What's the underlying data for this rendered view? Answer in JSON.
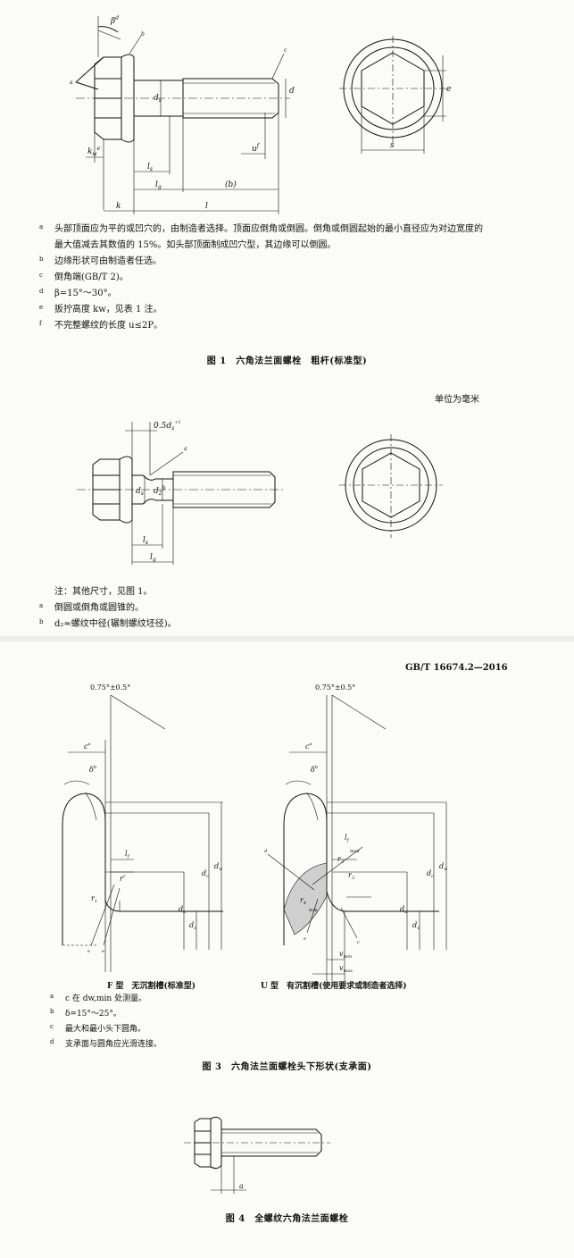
{
  "page1": {
    "figure1": {
      "labels": {
        "beta": "β",
        "beta_sup": "d",
        "b_mark": "b",
        "c_mark": "c",
        "a_mark": "a",
        "ds": "d",
        "ds_sub": "s",
        "d": "d",
        "kw": "k",
        "kw_sub": "w",
        "kw_sup": "e",
        "ls": "l",
        "ls_sub": "s",
        "lg": "l",
        "lg_sub": "g",
        "b_paren": "(b)",
        "l": "l",
        "k": "k",
        "u": "u",
        "u_sup": "f",
        "e": "e",
        "s": "s"
      },
      "notes": [
        {
          "marker": "a",
          "lines": [
            "头部顶面应为平的或凹穴的，由制造者选择。顶面应倒角或倒圆。倒角或倒圆起始的最小直径应为对边宽度的",
            "最大值减去其数值的 15%。如头部顶面制成凹穴型，其边缘可以倒圆。"
          ]
        },
        {
          "marker": "b",
          "lines": [
            "边缘形状可由制造者任选。"
          ]
        },
        {
          "marker": "c",
          "lines": [
            "倒角端(GB/T 2)。"
          ]
        },
        {
          "marker": "d",
          "lines": [
            "β=15°～30°。"
          ]
        },
        {
          "marker": "e",
          "lines": [
            "扳拧高度 kw，见表 1 注。"
          ]
        },
        {
          "marker": "f",
          "lines": [
            "不完整螺纹的长度 u≤2P。"
          ]
        }
      ],
      "caption": "图 1　六角法兰面螺栓　粗杆(标准型)"
    },
    "unit_note": "单位为毫米",
    "figure2": {
      "labels": {
        "dim_top": "0.5d",
        "dim_top_sub": "s",
        "dim_top_sup": "+1",
        "dim_top_sup2": "0",
        "a_mark": "a",
        "ds": "d",
        "ds_sub": "s",
        "d2": "d",
        "d2_sub": "2",
        "d2_sup": "b",
        "ls": "l",
        "ls_sub": "s",
        "lg": "l",
        "lg_sub": "g"
      },
      "notes": [
        {
          "marker": "",
          "lines": [
            "注：其他尺寸，见图 1。"
          ]
        },
        {
          "marker": "a",
          "lines": [
            "倒圆或倒角或圆锥的。"
          ]
        },
        {
          "marker": "b",
          "lines": [
            "d₂≈螺纹中径(辗制螺纹坯径)。"
          ]
        }
      ]
    }
  },
  "page2": {
    "header": "GB/T 16674.2—2016",
    "figure3": {
      "angle_left": "0.75°±0.5°",
      "angle_right": "0.75°±0.5°",
      "labels": {
        "c": "c",
        "c_sup": "a",
        "delta": "δ",
        "delta_sup": "b",
        "lf": "l",
        "lf_sub": "f",
        "rc": "r",
        "rc_sup": "c",
        "dw": "d",
        "dw_sub": "w",
        "dc": "d",
        "dc_sub": "c",
        "da": "d",
        "da_sub": "a",
        "dv": "d",
        "dv_sub": "v",
        "ds": "d",
        "ds_sub": "s",
        "r1": "r",
        "r1_sub": "1",
        "r2": "r",
        "r2_sub": "2",
        "r3": "r",
        "r3_sub": "3",
        "r4": "r",
        "r4_sub": "4",
        "max": "max",
        "min": "min",
        "vmin": "v",
        "vmin_sub": "min",
        "vmax": "v",
        "vmax_sub": "max",
        "c_mark": "c",
        "d_mark": "d",
        "e_mark": "e"
      },
      "label_f": "F 型　无沉割槽(标准型)",
      "label_u": "U 型　有沉割槽(使用要求或制造者选择)",
      "notes": [
        {
          "marker": "a",
          "lines": [
            "c 在 dw,min 处测量。"
          ]
        },
        {
          "marker": "b",
          "lines": [
            "δ=15°～25°。"
          ]
        },
        {
          "marker": "c",
          "lines": [
            "最大和最小头下圆角。"
          ]
        },
        {
          "marker": "d",
          "lines": [
            "支承面与圆角应光滑连接。"
          ]
        }
      ],
      "caption": "图 3　六角法兰面螺栓头下形状(支承面)"
    },
    "figure4": {
      "label_a": "a",
      "caption": "图 4　全螺纹六角法兰面螺栓"
    }
  }
}
